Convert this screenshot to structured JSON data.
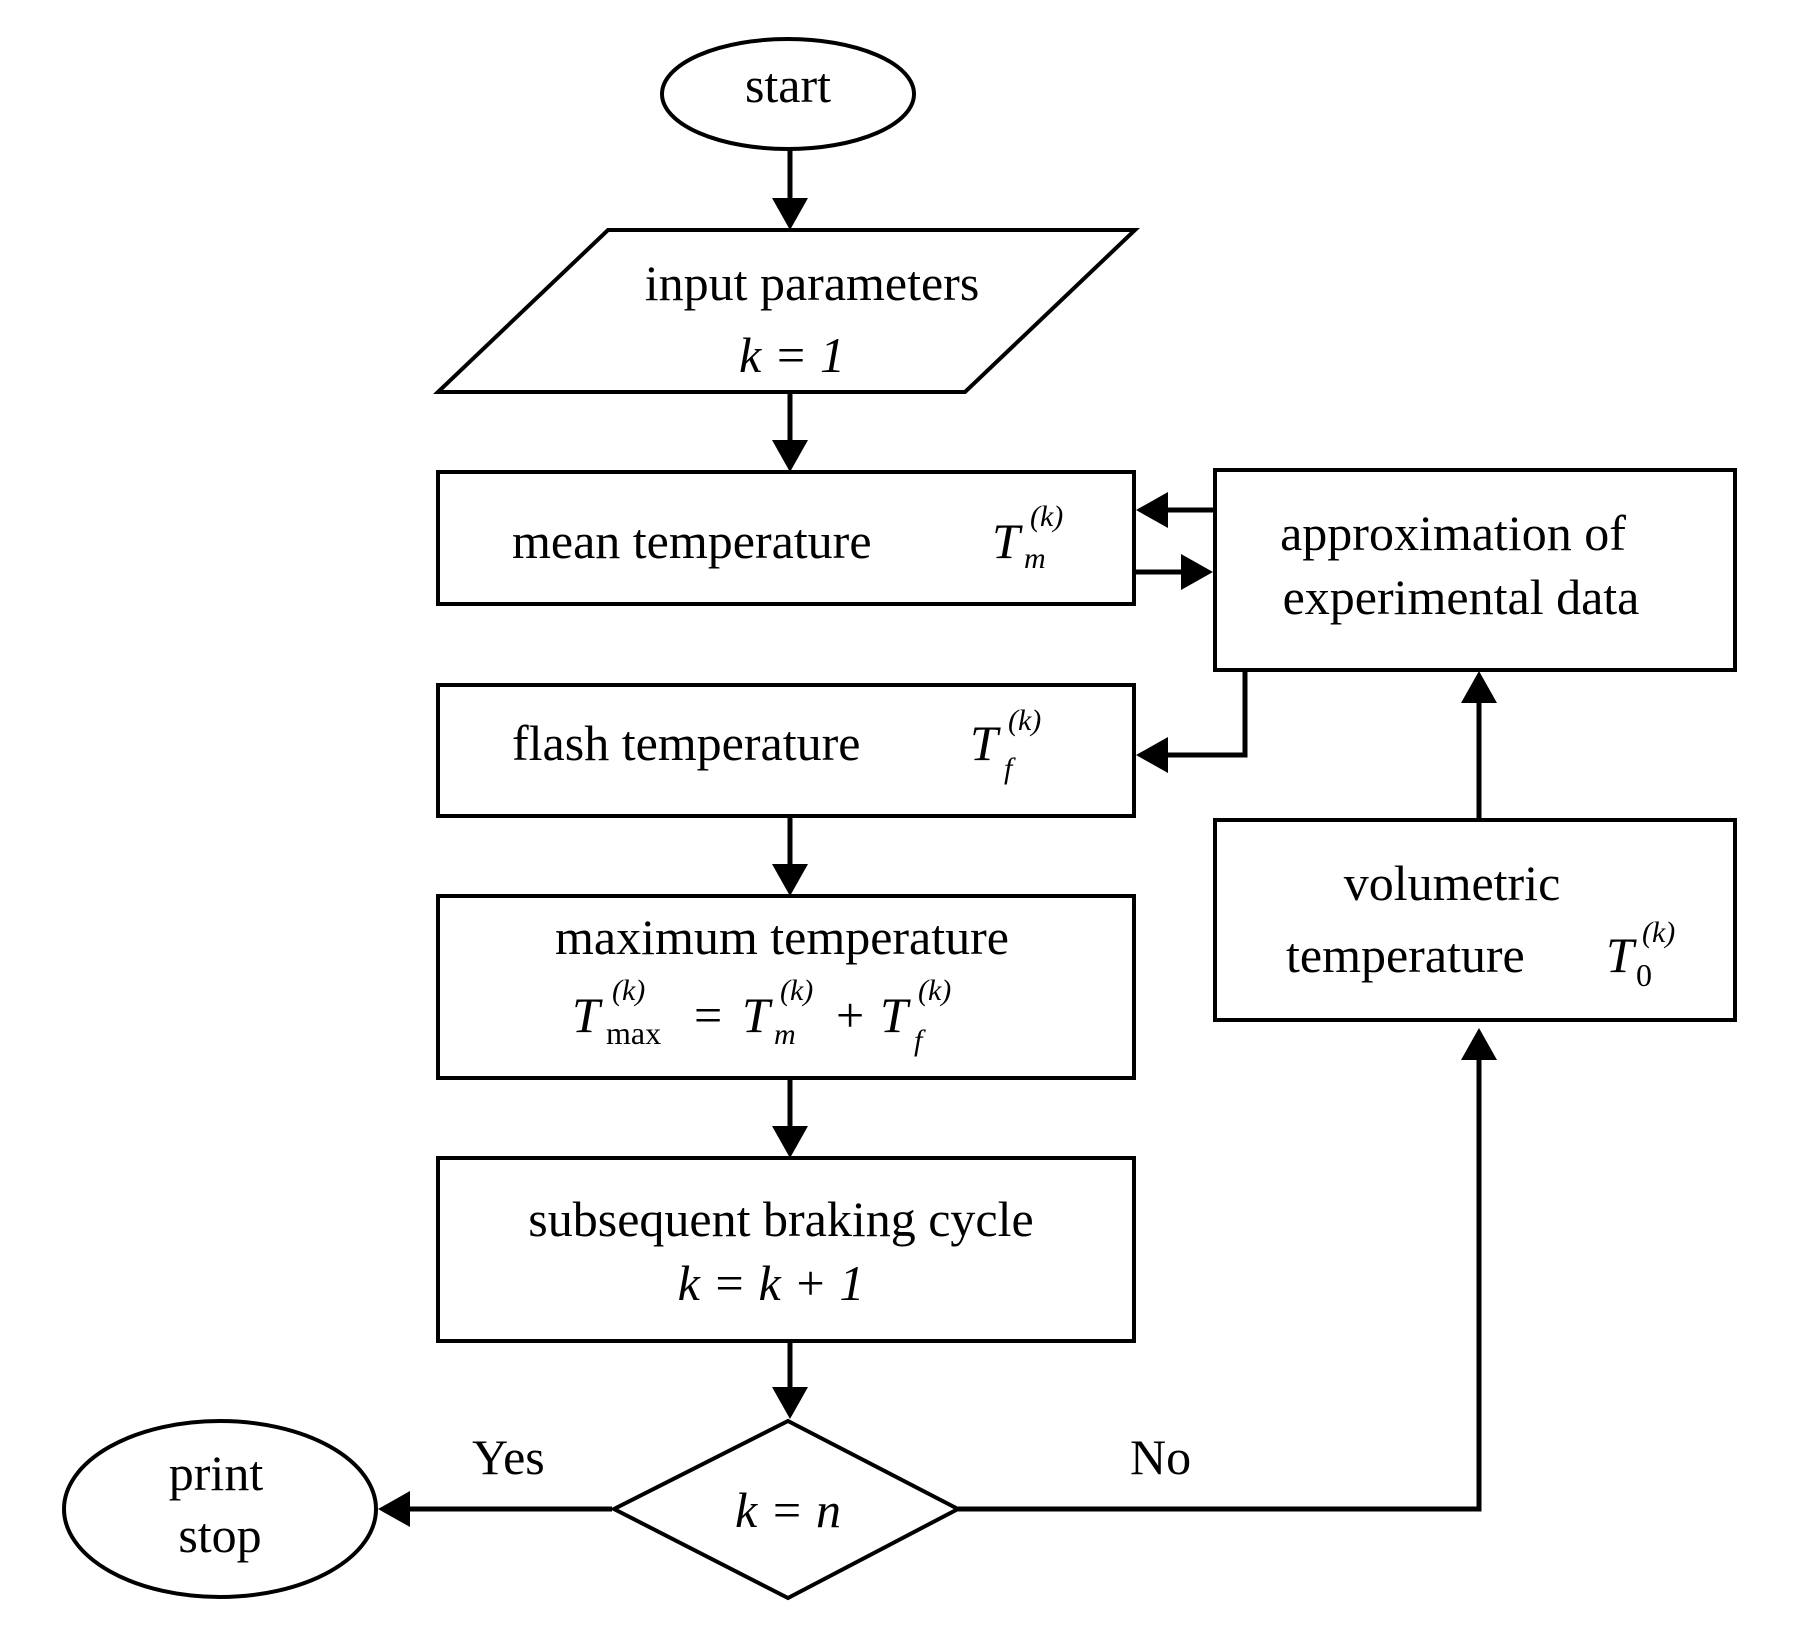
{
  "nodes": {
    "start": {
      "label": "start"
    },
    "input": {
      "label": "input parameters",
      "formula": "k = 1"
    },
    "mean": {
      "label": "mean temperature",
      "symbol": "T",
      "sub": "m",
      "sup": "(k)"
    },
    "flash": {
      "label": "flash temperature",
      "symbol": "T",
      "sub": "f",
      "sup": "(k)"
    },
    "maximum": {
      "label": "maximum  temperature",
      "lhs_symbol": "T",
      "lhs_sub": "max",
      "lhs_sup": "(k)",
      "equals": "=",
      "t1_symbol": "T",
      "t1_sub": "m",
      "t1_sup": "(k)",
      "plus": "+",
      "t2_symbol": "T",
      "t2_sub": "f",
      "t2_sup": "(k)"
    },
    "subsequent": {
      "label": "subsequent braking cycle",
      "formula": "k = k + 1"
    },
    "decision": {
      "formula": "k = n"
    },
    "print_stop": {
      "line1": "print",
      "line2": "stop"
    },
    "approximation": {
      "line1": "approximation of",
      "line2": "experimental data"
    },
    "volumetric": {
      "line1": "volumetric",
      "line2": "temperature",
      "symbol": "T",
      "sub": "0",
      "sup": "(k)"
    }
  },
  "edges": {
    "yes_label": "Yes",
    "no_label": "No"
  }
}
